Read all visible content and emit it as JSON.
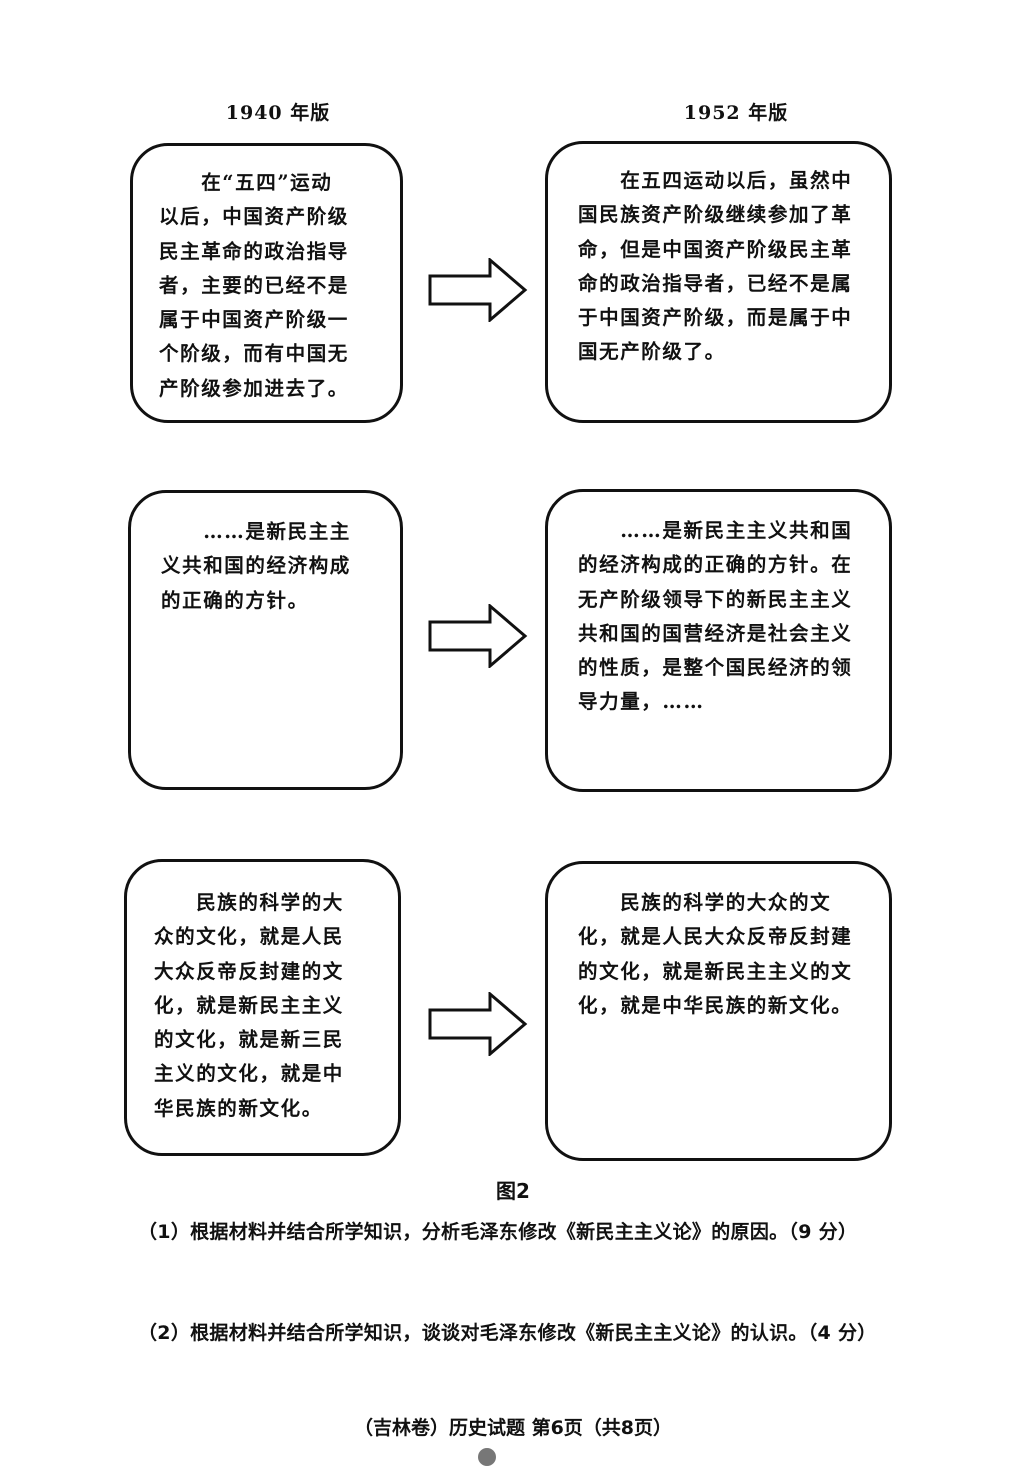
{
  "columns": {
    "left_heading": "1940 年版",
    "right_heading": "1952 年版"
  },
  "rows": [
    {
      "left": "　　在“五四”运动\n以后，中国资产阶级\n民主革命的政治指导\n者，主要的已经不是\n属于中国资产阶级一\n个阶级，而有中国无\n产阶级参加进去了。",
      "right": "　　在五四运动以后，虽然中\n国民族资产阶级继续参加了革\n命，但是中国资产阶级民主革\n命的政治指导者，已经不是属\n于中国资产阶级，而是属于中\n国无产阶级了。"
    },
    {
      "left": "　　……是新民主主\n义共和国的经济构成\n的正确的方针。",
      "right": "　　……是新民主主义共和国\n的经济构成的正确的方针。在\n无产阶级领导下的新民主主义\n共和国的国营经济是社会主义\n的性质，是整个国民经济的领\n导力量，……"
    },
    {
      "left": "　　民族的科学的大\n众的文化，就是人民\n大众反帝反封建的文\n化，就是新民主主义\n的文化，就是新三民\n主义的文化，就是中\n华民族的新文化。",
      "right": "　　民族的科学的大众的文\n化，就是人民大众反帝反封建\n的文化，就是新民主主义的文\n化，就是中华民族的新文化。"
    }
  ],
  "figure_caption": "图2",
  "questions": [
    "（1）根据材料并结合所学知识，分析毛泽东修改《新民主主义论》的原因。（9 分）",
    "（2）根据材料并结合所学知识，谈谈对毛泽东修改《新民主主义论》的认识。（4 分）"
  ],
  "footer": "（吉林卷）历史试题  第6页（共8页）",
  "icons": {
    "arrow": "right-arrow-icon"
  }
}
